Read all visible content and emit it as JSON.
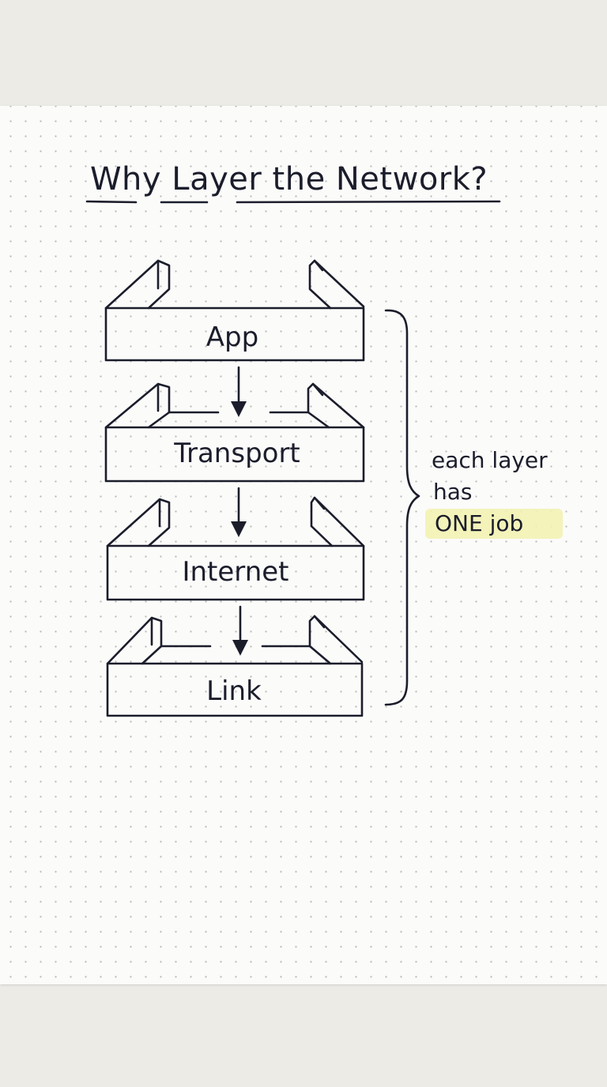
{
  "title": "Why Layer the Network?",
  "layers": [
    {
      "label": "App"
    },
    {
      "label": "Transport"
    },
    {
      "label": "Internet"
    },
    {
      "label": "Link"
    }
  ],
  "note": {
    "line1": "each layer",
    "line2": "has",
    "highlight": "ONE job"
  },
  "colors": {
    "ink": "#1b1d2b",
    "paper": "#fbfbfa",
    "highlight": "#f3f2b3"
  }
}
